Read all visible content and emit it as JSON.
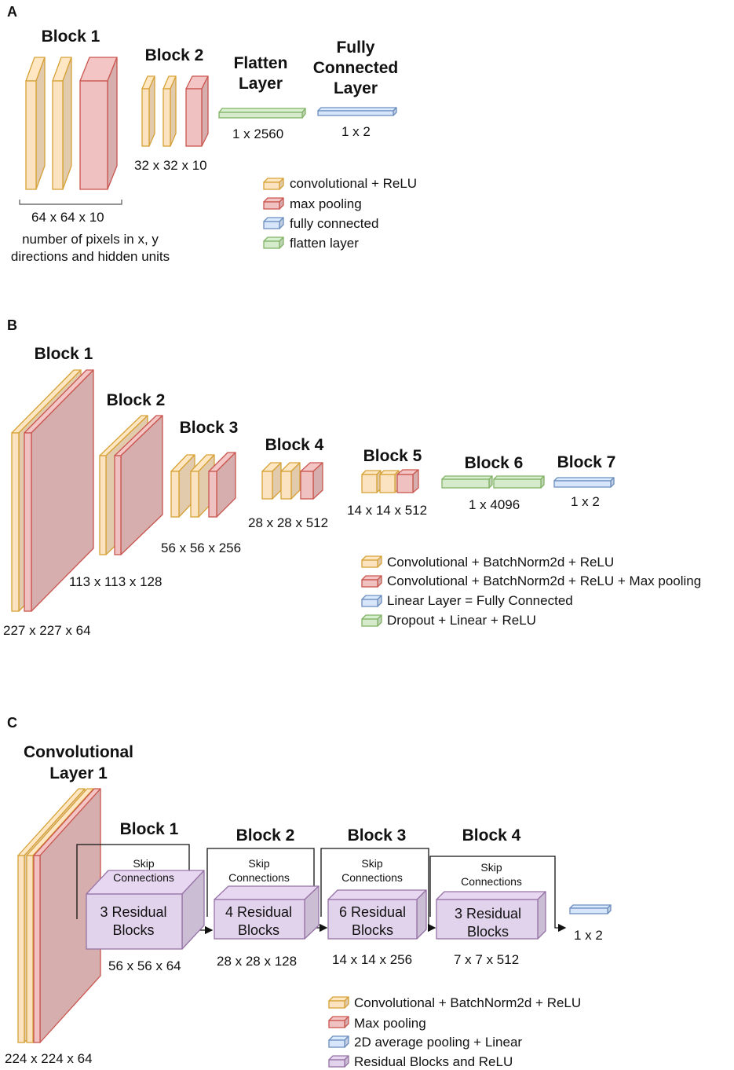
{
  "colors": {
    "conv_fill": "#fbe2c0",
    "conv_stroke": "#d6a136",
    "pool_fill": "#efc1c1",
    "pool_stroke": "#c9564f",
    "fc_fill": "#d7e6fb",
    "fc_stroke": "#6c8ebf",
    "flat_fill": "#d5ebcc",
    "flat_stroke": "#82b366",
    "res_fill": "#e2d3ec",
    "res_stroke": "#9673a6"
  },
  "panel_a": {
    "label": "A",
    "block1_title": "Block 1",
    "block2_title": "Block 2",
    "flatten_title_1": "Flatten",
    "flatten_title_2": "Layer",
    "fc_title_1": "Fully",
    "fc_title_2": "Connected",
    "fc_title_3": "Layer",
    "block1_dim": "64 x 64 x 10",
    "block1_note_1": "number of pixels in x, y",
    "block1_note_2": "directions and hidden units",
    "block2_dim": "32 x 32 x 10",
    "flatten_dim": "1 x 2560",
    "fc_dim": "1 x 2",
    "legend": [
      {
        "label": "convolutional + ReLU",
        "kind": "conv"
      },
      {
        "label": "max pooling",
        "kind": "pool"
      },
      {
        "label": "fully connected",
        "kind": "fc"
      },
      {
        "label": "flatten layer",
        "kind": "flat"
      }
    ]
  },
  "panel_b": {
    "label": "B",
    "titles": [
      "Block 1",
      "Block 2",
      "Block 3",
      "Block 4",
      "Block 5",
      "Block 6",
      "Block 7"
    ],
    "dims": [
      "227 x 227 x 64",
      "113 x 113 x 128",
      "56 x 56 x 256",
      "28 x 28 x 512",
      "14 x 14 x 512",
      "1 x 4096",
      "1 x 2"
    ],
    "legend": [
      {
        "label": "Convolutional + BatchNorm2d + ReLU",
        "kind": "conv"
      },
      {
        "label": "Convolutional + BatchNorm2d + ReLU + Max pooling",
        "kind": "pool"
      },
      {
        "label": "Linear Layer = Fully Connected",
        "kind": "fc"
      },
      {
        "label": "Dropout + Linear + ReLU",
        "kind": "flat"
      }
    ]
  },
  "panel_c": {
    "label": "C",
    "conv_title_1": "Convolutional",
    "conv_title_2": "Layer 1",
    "conv_dim": "224 x 224 x 64",
    "blocks": [
      {
        "title": "Block 1",
        "skip_1": "Skip",
        "skip_2": "Connections",
        "res_1": "3 Residual",
        "res_2": "Blocks",
        "dim": "56 x 56 x 64"
      },
      {
        "title": "Block 2",
        "skip_1": "Skip",
        "skip_2": "Connections",
        "res_1": "4 Residual",
        "res_2": "Blocks",
        "dim": "28 x 28 x 128"
      },
      {
        "title": "Block 3",
        "skip_1": "Skip",
        "skip_2": "Connections",
        "res_1": "6 Residual",
        "res_2": "Blocks",
        "dim": "14 x 14 x 256"
      },
      {
        "title": "Block 4",
        "skip_1": "Skip",
        "skip_2": "Connections",
        "res_1": "3 Residual",
        "res_2": "Blocks",
        "dim": "7 x 7 x 512"
      }
    ],
    "output_dim": "1 x 2",
    "legend": [
      {
        "label": "Convolutional + BatchNorm2d + ReLU",
        "kind": "conv"
      },
      {
        "label": "Max pooling",
        "kind": "pool"
      },
      {
        "label": "2D average pooling  + Linear",
        "kind": "fc"
      },
      {
        "label": "Residual Blocks and ReLU",
        "kind": "res"
      }
    ]
  }
}
